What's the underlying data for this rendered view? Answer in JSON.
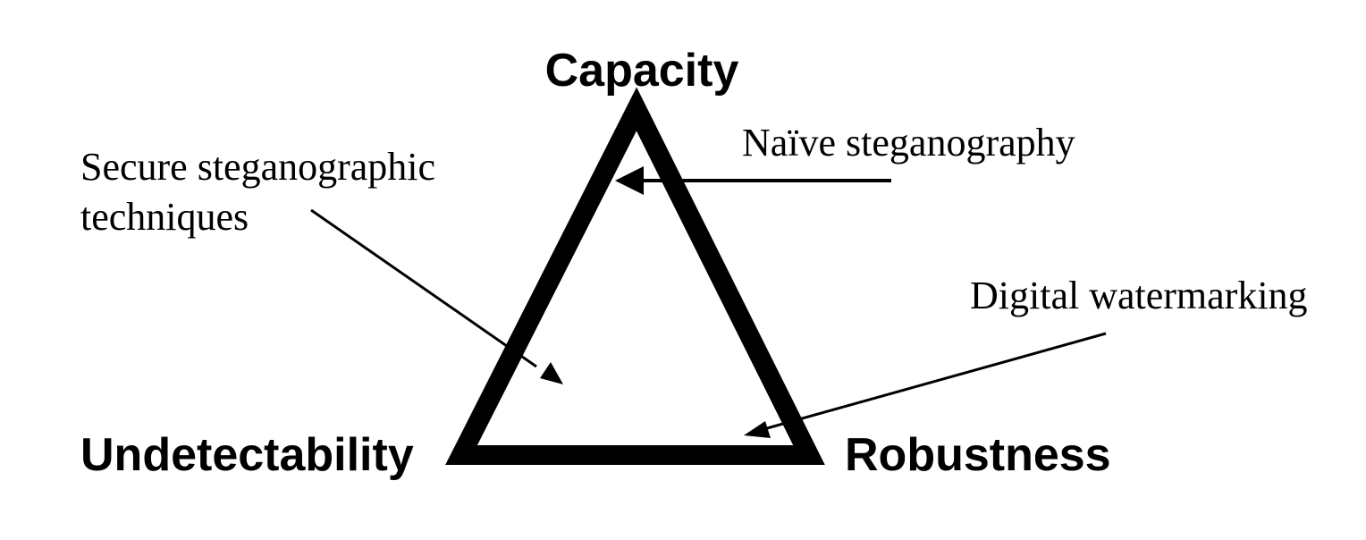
{
  "vertices": {
    "top": "Capacity",
    "bottom_left": "Undetectability",
    "bottom_right": "Robustness"
  },
  "annotations": {
    "secure": {
      "line1": "Secure steganographic",
      "line2": "techniques"
    },
    "naive": "Naïve steganography",
    "watermarking": "Digital watermarking"
  },
  "colors": {
    "stroke": "#000000",
    "background": "#ffffff"
  }
}
